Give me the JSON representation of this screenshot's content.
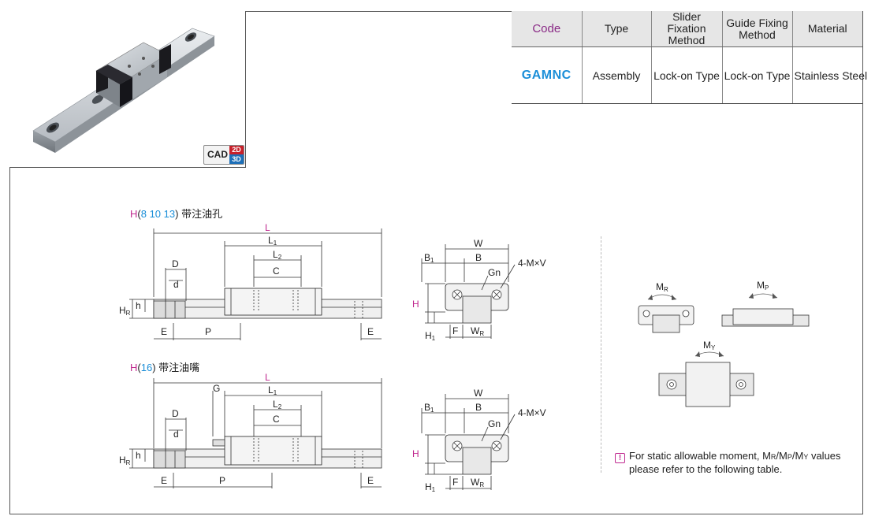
{
  "product": {
    "cad_badge": {
      "cad": "CAD",
      "d2": "2D",
      "d3": "3D"
    }
  },
  "spec_table": {
    "headers": {
      "code": "Code",
      "type": "Type",
      "slider_fixation_1": "Slider Fixation",
      "slider_fixation_2": "Method",
      "guide_fixing_1": "Guide Fixing",
      "guide_fixing_2": "Method",
      "material": "Material"
    },
    "row": {
      "code": "GAMNC",
      "type": "Assembly",
      "slider_fixation": "Lock-on Type",
      "guide_fixing": "Lock-on Type",
      "material": "Stainless Steel"
    }
  },
  "drawings": {
    "section1": {
      "h": "H",
      "open": "(",
      "sizes": "8 10 13",
      "close": ")",
      "desc": "带注油孔"
    },
    "section2": {
      "h": "H",
      "open": "(",
      "sizes": "16",
      "close": ")",
      "desc": "带注油嘴"
    },
    "dims": {
      "L": "L",
      "L1": "L",
      "L1_sub": "1",
      "L2": "L",
      "L2_sub": "2",
      "C": "C",
      "D": "D",
      "d": "d",
      "E": "E",
      "P": "P",
      "G": "G",
      "h": "h",
      "HR": "H",
      "HR_sub": "R",
      "W": "W",
      "B": "B",
      "B1": "B",
      "B1_sub": "1",
      "Gn": "Gn",
      "MxV": "4-M×V",
      "H": "H",
      "H1": "H",
      "H1_sub": "1",
      "F": "F",
      "WR": "W",
      "WR_sub": "R"
    },
    "moments": {
      "MR": "M",
      "MR_sub": "R",
      "MP": "M",
      "MP_sub": "P",
      "MY": "M",
      "MY_sub": "Y"
    }
  },
  "note": {
    "icon": "!",
    "line1": "For static allowable moment, M",
    "s1": "R",
    "m2": "/M",
    "s2": "P",
    "m3": "/M",
    "s3": "Y",
    "tail": " values",
    "line2": "please refer to the following table."
  }
}
